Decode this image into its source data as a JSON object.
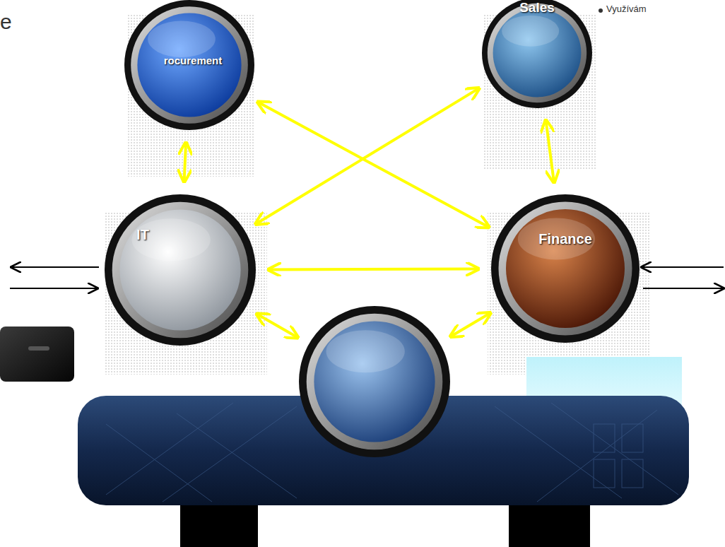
{
  "diagram": {
    "nodes": [
      {
        "text": [
          "rocurement"
        ]
      },
      {
        "text": [
          "Sales"
        ]
      },
      {
        "text": [
          "IT"
        ]
      },
      {
        "text": [
          "Finance"
        ]
      },
      {
        "text": []
      }
    ],
    "edges": [
      {
        "from": 0,
        "to": 2,
        "arrow": "both"
      },
      {
        "from": 1,
        "to": 3,
        "arrow": "both"
      },
      {
        "from": 0,
        "to": 3,
        "arrow": "both"
      },
      {
        "from": 1,
        "to": 2,
        "arrow": "both"
      },
      {
        "from": 2,
        "to": 3,
        "arrow": "both"
      },
      {
        "from": 2,
        "to": 4,
        "arrow": "both"
      },
      {
        "from": 3,
        "to": 4,
        "arrow": "both"
      }
    ],
    "labels": [
      "e",
      "Využívám"
    ]
  }
}
